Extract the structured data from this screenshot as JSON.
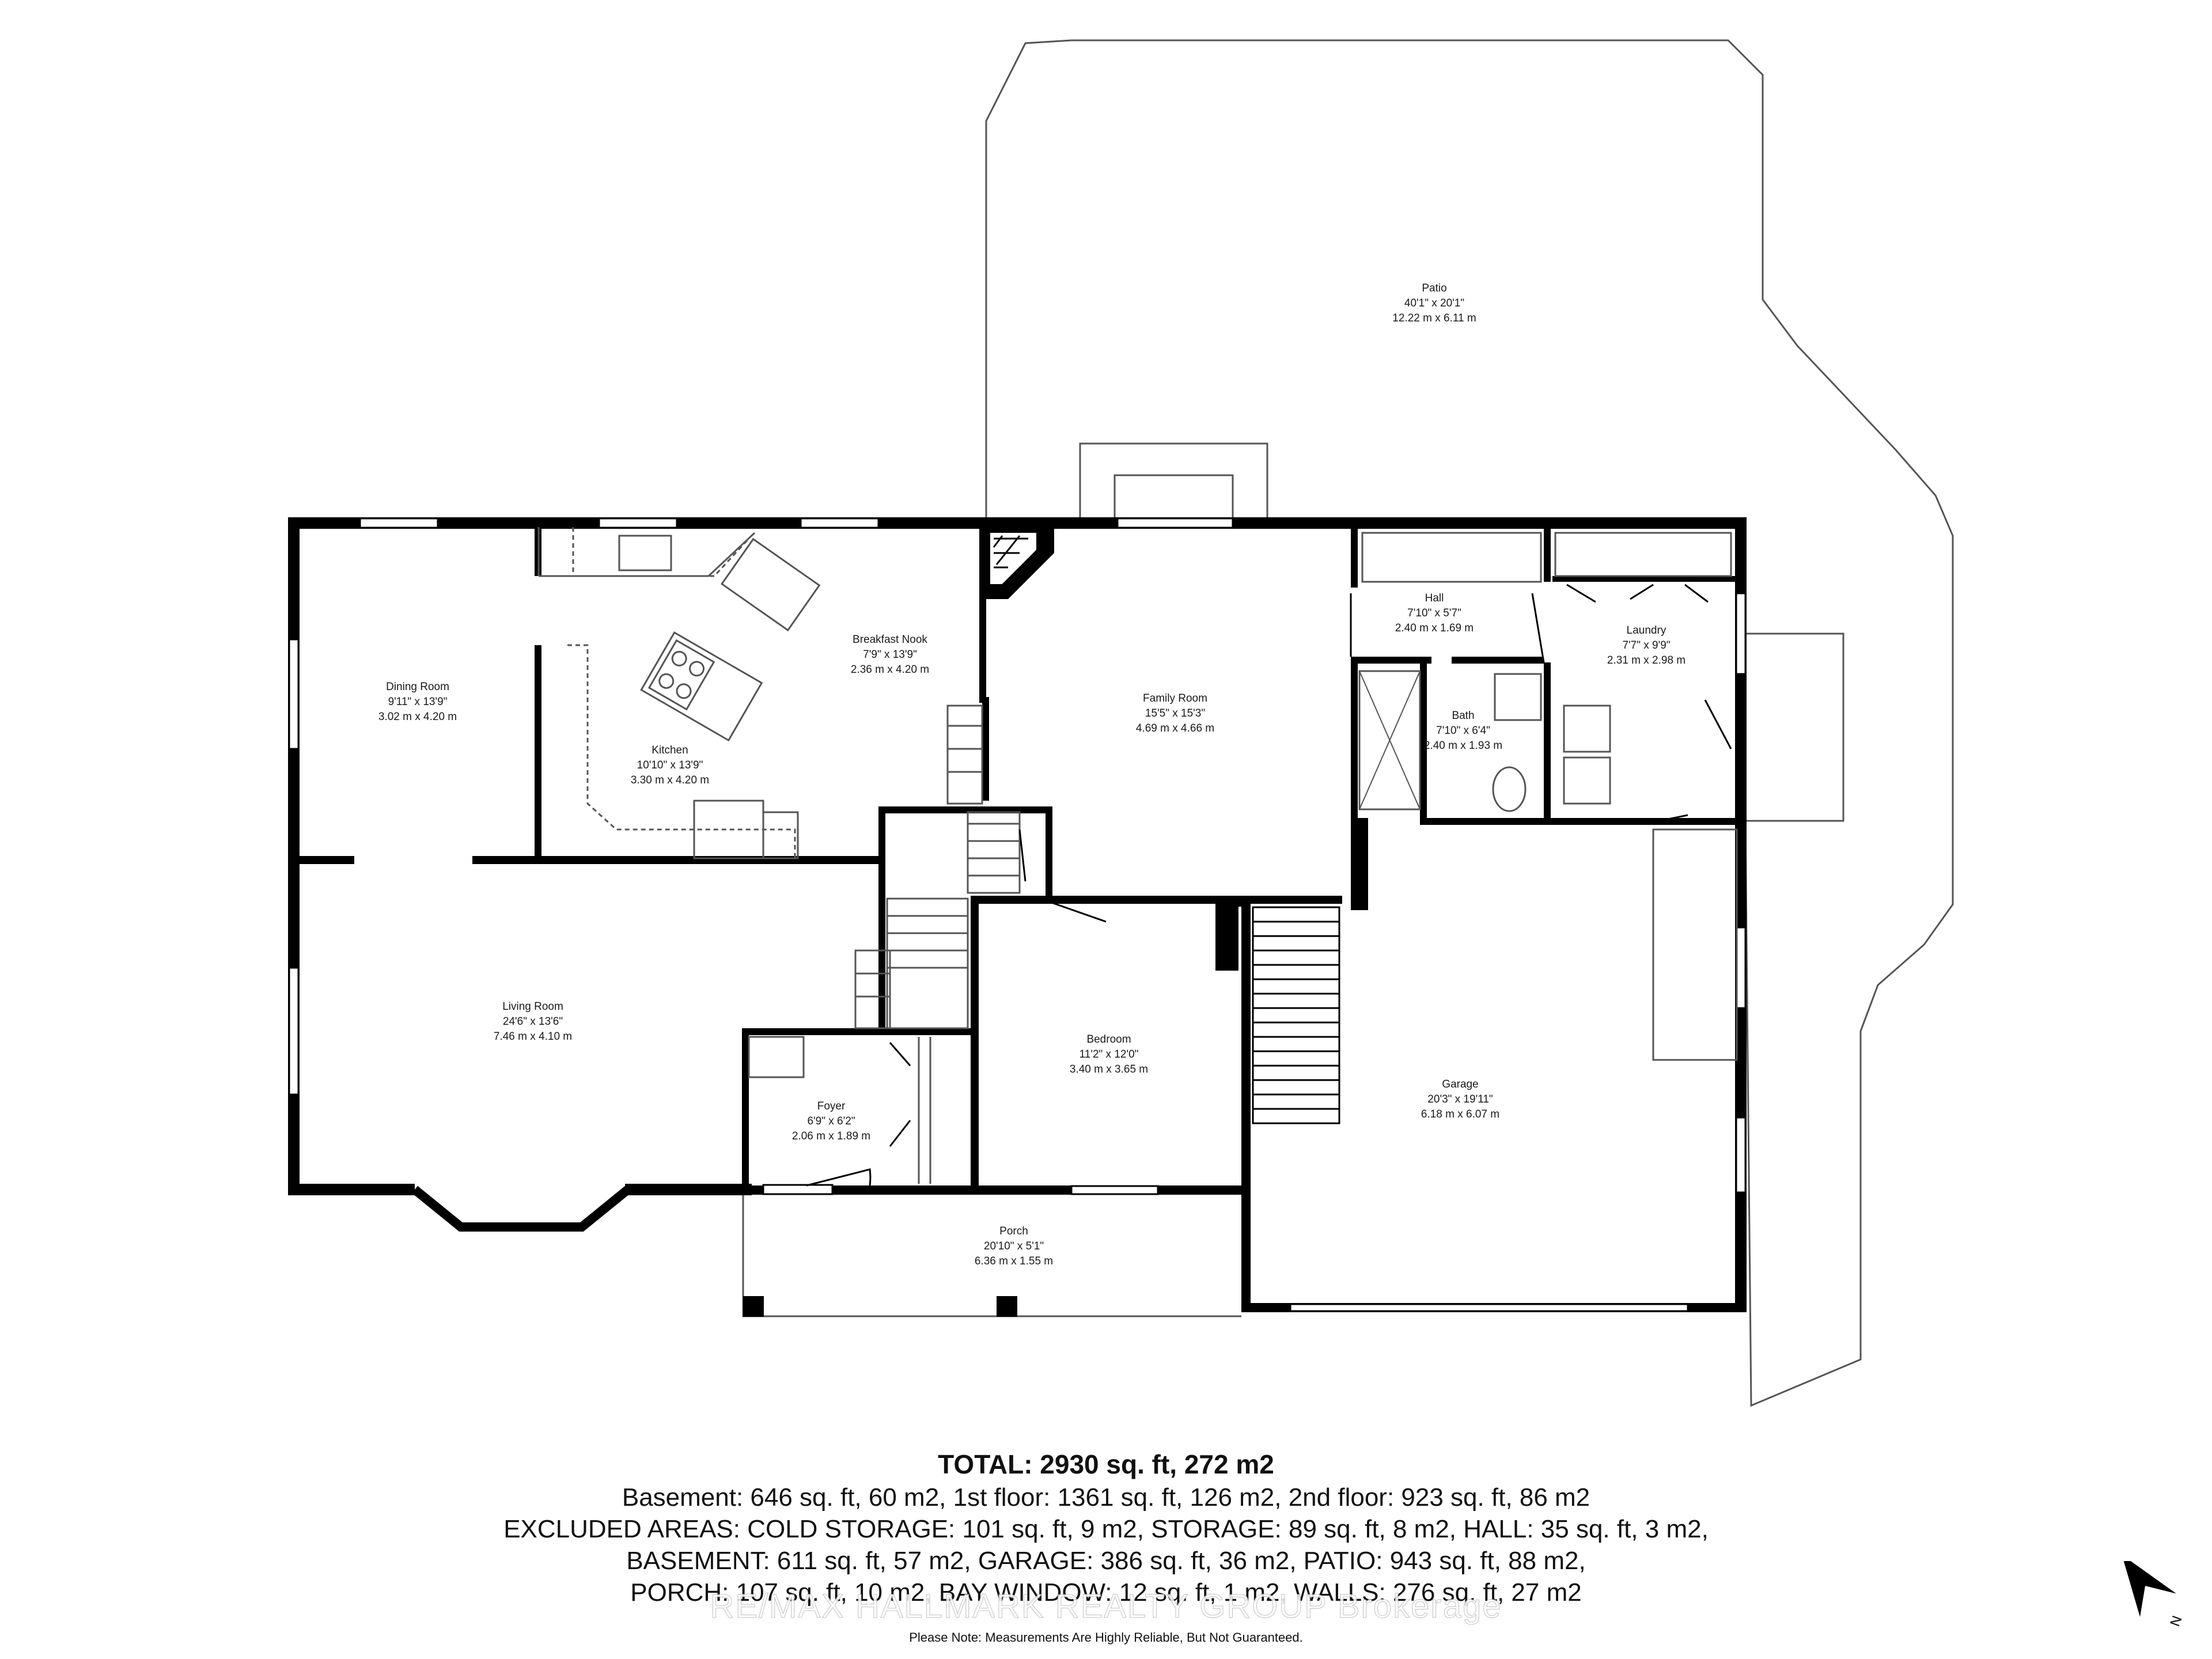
{
  "rooms": {
    "patio": {
      "name": "Patio",
      "imperial": "40'1\" x 20'1\"",
      "metric": "12.22 m x 6.11 m"
    },
    "dining": {
      "name": "Dining Room",
      "imperial": "9'11\" x 13'9\"",
      "metric": "3.02 m x 4.20 m"
    },
    "kitchen": {
      "name": "Kitchen",
      "imperial": "10'10\" x 13'9\"",
      "metric": "3.30 m x 4.20 m"
    },
    "breakfast": {
      "name": "Breakfast Nook",
      "imperial": "7'9\" x 13'9\"",
      "metric": "2.36 m x 4.20 m"
    },
    "family": {
      "name": "Family Room",
      "imperial": "15'5\" x 15'3\"",
      "metric": "4.69 m x 4.66 m"
    },
    "hall": {
      "name": "Hall",
      "imperial": "7'10\" x 5'7\"",
      "metric": "2.40 m x 1.69 m"
    },
    "laundry": {
      "name": "Laundry",
      "imperial": "7'7\" x 9'9\"",
      "metric": "2.31 m x 2.98 m"
    },
    "bath": {
      "name": "Bath",
      "imperial": "7'10\" x 6'4\"",
      "metric": "2.40 m x 1.93 m"
    },
    "living": {
      "name": "Living Room",
      "imperial": "24'6\" x 13'6\"",
      "metric": "7.46 m x 4.10 m"
    },
    "bedroom": {
      "name": "Bedroom",
      "imperial": "11'2\" x 12'0\"",
      "metric": "3.40 m x 3.65 m"
    },
    "foyer": {
      "name": "Foyer",
      "imperial": "6'9\" x 6'2\"",
      "metric": "2.06 m x 1.89 m"
    },
    "garage": {
      "name": "Garage",
      "imperial": "20'3\" x 19'11\"",
      "metric": "6.18 m x 6.07 m"
    },
    "porch": {
      "name": "Porch",
      "imperial": "20'10\" x 5'1\"",
      "metric": "6.36 m x 1.55 m"
    }
  },
  "totals": {
    "headline": "TOTAL: 2930 sq. ft, 272 m2",
    "line1": "Basement: 646 sq. ft, 60 m2, 1st floor: 1361 sq. ft, 126 m2, 2nd floor: 923 sq. ft, 86 m2",
    "line2": "EXCLUDED AREAS: COLD STORAGE: 101 sq. ft, 9 m2, STORAGE: 89 sq. ft, 8 m2, HALL: 35 sq. ft, 3 m2,",
    "line3": "BASEMENT: 611 sq. ft, 57 m2, GARAGE: 386 sq. ft, 36 m2, PATIO: 943 sq. ft, 88 m2,",
    "line4": "PORCH: 107 sq. ft, 10 m2, BAY WINDOW: 12 sq. ft, 1 m2, WALLS: 276 sq. ft, 27 m2"
  },
  "note": "Please Note: Measurements Are Highly Reliable, But Not Guaranteed.",
  "watermark": "RE/MAX HALLMARK REALTY GROUP Brokerage",
  "compass": {
    "label": "N"
  },
  "colors": {
    "wall": "#000000",
    "line": "#555555",
    "background": "#ffffff"
  }
}
